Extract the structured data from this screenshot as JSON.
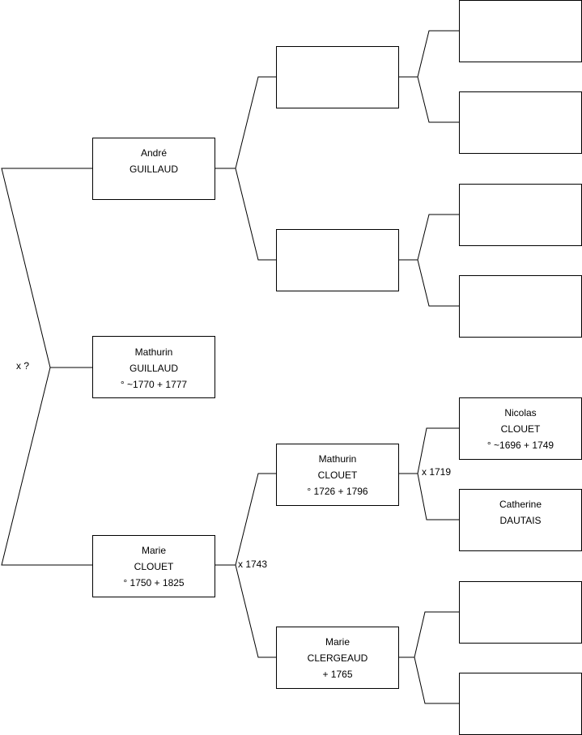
{
  "persons": {
    "andre_guillaud": {
      "first": "André",
      "last": "GUILLAUD",
      "dates": ""
    },
    "mathurin_guillaud": {
      "first": "Mathurin",
      "last": "GUILLAUD",
      "dates": "° ~1770 + 1777"
    },
    "marie_clouet": {
      "first": "Marie",
      "last": "CLOUET",
      "dates": "° 1750 + 1825"
    },
    "mathurin_clouet": {
      "first": "Mathurin",
      "last": "CLOUET",
      "dates": "° 1726 + 1796"
    },
    "marie_clergeaud": {
      "first": "Marie",
      "last": "CLERGEAUD",
      "dates": "+ 1765"
    },
    "nicolas_clouet": {
      "first": "Nicolas",
      "last": "CLOUET",
      "dates": "° ~1696 + 1749"
    },
    "catherine_dautais": {
      "first": "Catherine",
      "last": "DAUTAIS",
      "dates": ""
    }
  },
  "marriages": {
    "root_parents": "x ?",
    "clouet_clergeaud": "x 1743",
    "nicolas_catherine": "x 1719"
  }
}
